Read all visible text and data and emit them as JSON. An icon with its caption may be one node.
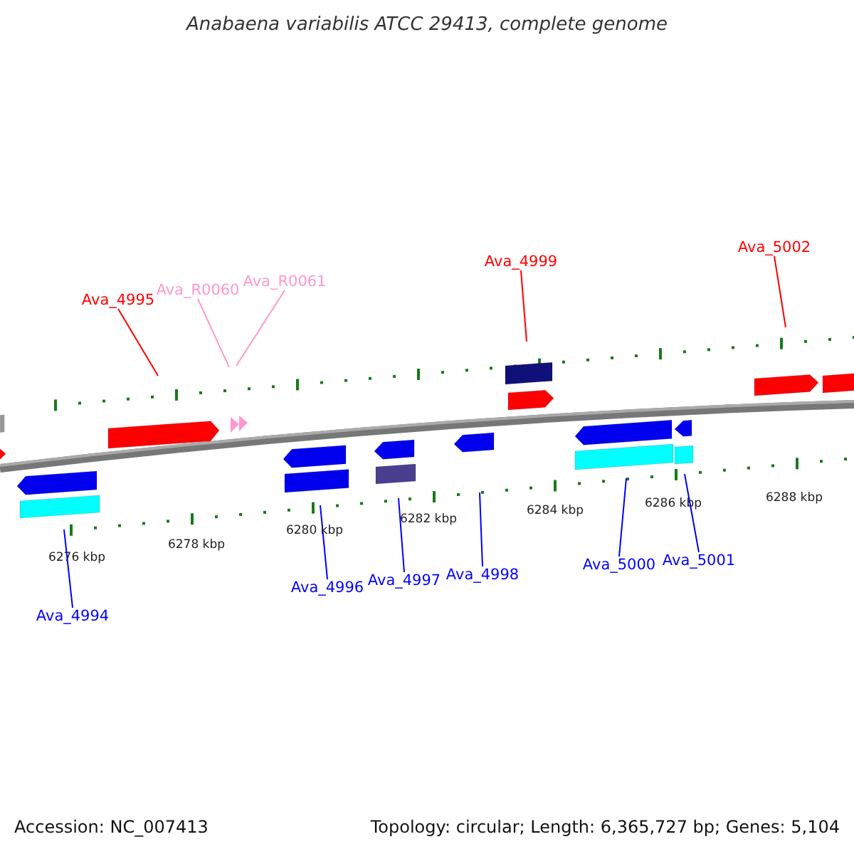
{
  "diagram": {
    "title": "Anabaena variabilis ATCC 29413, complete genome",
    "nodes": [
      {
        "text": [
          "Ava_4995"
        ]
      },
      {
        "text": [
          "Ava_R0060"
        ]
      },
      {
        "text": [
          "Ava_R0061"
        ]
      },
      {
        "text": [
          "Ava_4999"
        ]
      },
      {
        "text": [
          "Ava_5002"
        ]
      },
      {
        "text": [
          "Ava_4994"
        ]
      },
      {
        "text": [
          "Ava_4996"
        ]
      },
      {
        "text": [
          "Ava_4997"
        ]
      },
      {
        "text": [
          "Ava_4998"
        ]
      },
      {
        "text": [
          "Ava_5000"
        ]
      },
      {
        "text": [
          "Ava_5001"
        ]
      }
    ],
    "edges": [
      {
        "from": 0,
        "to": null,
        "arrow": "none",
        "color": "#ff0000"
      },
      {
        "from": 1,
        "to": null,
        "arrow": "none",
        "color": "#ff99cc"
      },
      {
        "from": 2,
        "to": null,
        "arrow": "none",
        "color": "#ff99cc"
      },
      {
        "from": 3,
        "to": null,
        "arrow": "none",
        "color": "#ff0000"
      },
      {
        "from": 4,
        "to": null,
        "arrow": "none",
        "color": "#ff0000"
      },
      {
        "from": 5,
        "to": null,
        "arrow": "none"
      },
      {
        "from": 6,
        "to": null,
        "arrow": "none"
      },
      {
        "from": 7,
        "to": null,
        "arrow": "none"
      },
      {
        "from": 8,
        "to": null,
        "arrow": "none"
      },
      {
        "from": 9,
        "to": null,
        "arrow": "none"
      },
      {
        "from": 10,
        "to": null,
        "arrow": "none"
      }
    ],
    "labels": [
      "6276 kbp",
      "6278 kbp",
      "6280 kbp",
      "6282 kbp",
      "6284 kbp",
      "6286 kbp",
      "6288 kbp",
      "Accession: NC_007413",
      "Topology: circular; Length: 6,365,727 bp; Genes: 5,104"
    ]
  }
}
